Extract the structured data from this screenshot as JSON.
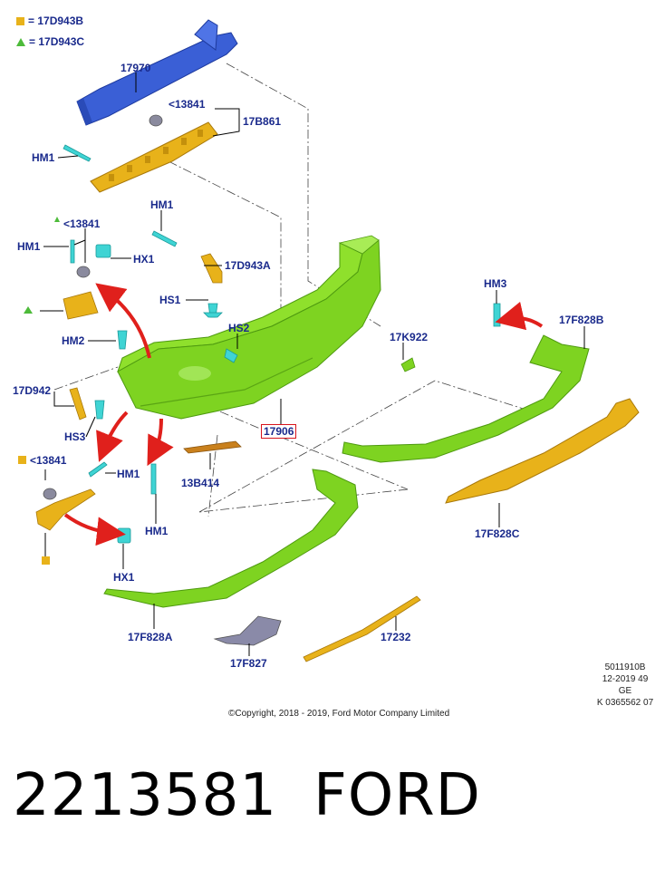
{
  "legend": {
    "square_label": "= 17D943B",
    "triangle_label": "= 17D943C"
  },
  "labels": {
    "l17970": "17970",
    "l13841_top": "<13841",
    "l17B861": "17B861",
    "lHM1_a": "HM1",
    "lHM1_b": "HM1",
    "l13841_left": "<13841",
    "lHM1_c": "HM1",
    "lHX1_a": "HX1",
    "l17D943A": "17D943A",
    "lHS1": "HS1",
    "lHM2": "HM2",
    "lHS2": "HS2",
    "l17K922": "17K922",
    "lHM3": "HM3",
    "l17F828B": "17F828B",
    "l17D942": "17D942",
    "lHS3": "HS3",
    "l17906": "17906",
    "l13B414": "13B414",
    "l13841_low": "<13841",
    "lHM1_d": "HM1",
    "lHM1_e": "HM1",
    "lHX1_b": "HX1",
    "l17F828C": "17F828C",
    "l17F828A": "17F828A",
    "l17232": "17232",
    "l17F827": "17F827"
  },
  "meta": {
    "line1": "5011910B",
    "line2": "12-2019 49",
    "line3": "GE",
    "line4": "K 0365562 07"
  },
  "copyright": "©Copyright, 2018 - 2019, Ford Motor Company Limited",
  "part_number": "2213581",
  "brand": "FORD",
  "colors": {
    "label": "#1a2a8c",
    "highlight_border": "#d8141c",
    "bumper_green": "#7ed321",
    "yellow_part": "#e8b21a",
    "blue_beam": "#3a5fd6",
    "cyan_fastener": "#3fd4d4",
    "arrow_red": "#e0201c"
  }
}
